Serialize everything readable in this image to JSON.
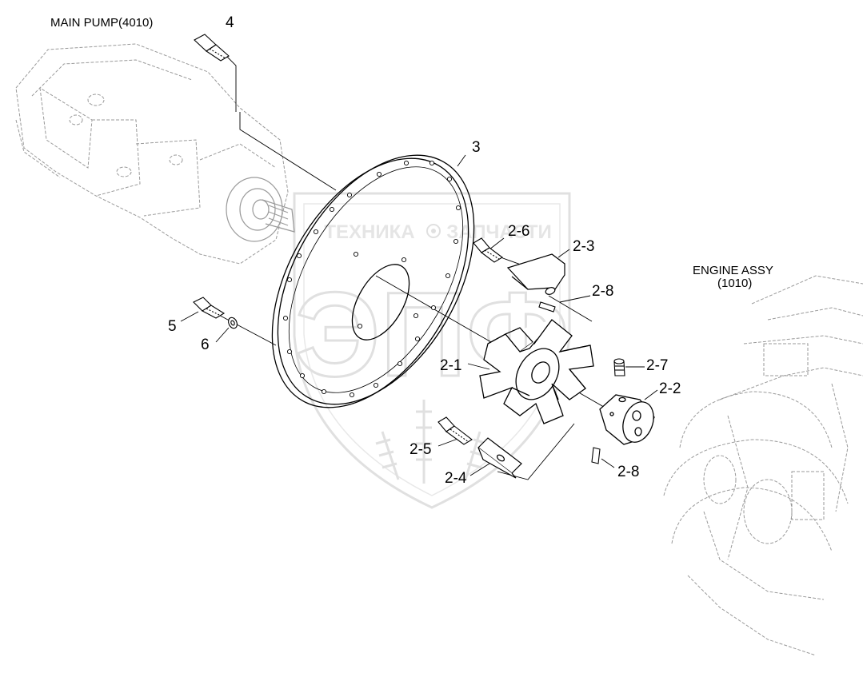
{
  "titles": {
    "main_pump": "MAIN PUMP(4010)",
    "engine_line1": "ENGINE ASSY",
    "engine_line2": "(1010)"
  },
  "callouts": {
    "c4": "4",
    "c3": "3",
    "c2_6": "2-6",
    "c2_3": "2-3",
    "c2_8_top": "2-8",
    "c5": "5",
    "c6": "6",
    "c2_1": "2-1",
    "c2_7": "2-7",
    "c2_2": "2-2",
    "c2_5": "2-5",
    "c2_4": "2-4",
    "c2_8_bottom": "2-8"
  },
  "watermark": {
    "logo_letters": "ЭПФ",
    "word_left": "ТЕХНИКА",
    "word_right": "ЗАПЧАСТИ"
  },
  "colors": {
    "line": "#000000",
    "ghost": "#9a9a9a",
    "watermark": "#c8c8c8"
  }
}
